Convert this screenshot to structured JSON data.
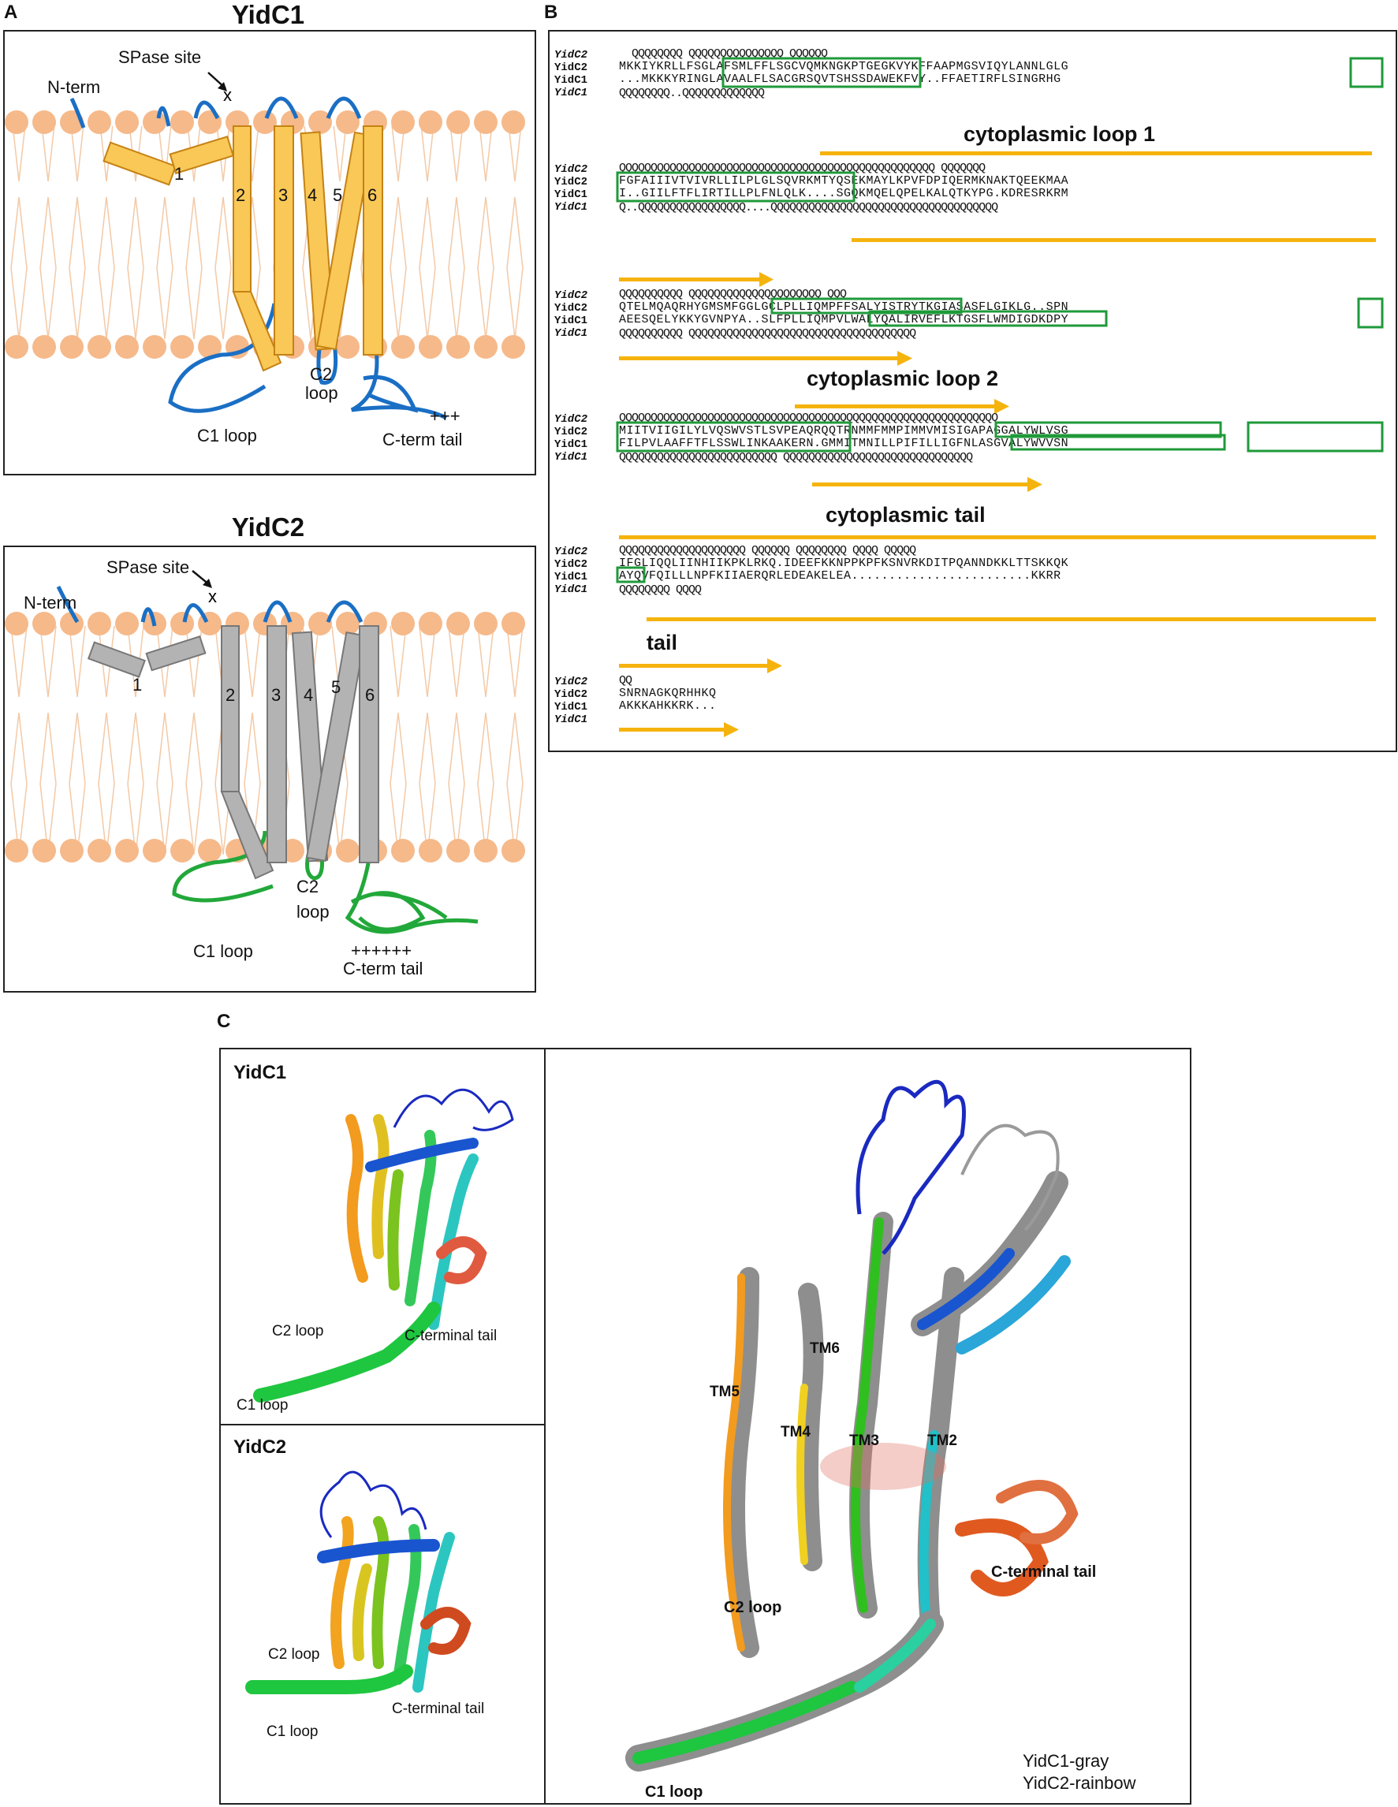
{
  "panel_letters": {
    "a": "A",
    "b": "B",
    "c": "C"
  },
  "panel_a": {
    "yidc1": {
      "title": "YidC1",
      "n_term": "N-term",
      "spase_site": "SPase site",
      "helices": [
        "1",
        "2",
        "3",
        "4",
        "5",
        "6"
      ],
      "c1_loop": "C1  loop",
      "c2_loop_line1": "C2",
      "c2_loop_line2": "loop",
      "charges": "+++",
      "c_term_tail": "C-term  tail",
      "helix_color": "#f9c856",
      "loop_color": "#1a6fc4"
    },
    "yidc2": {
      "title": "YidC2",
      "n_term": "N-term",
      "spase_site": "SPase site",
      "helices": [
        "1",
        "2",
        "3",
        "4",
        "5",
        "6"
      ],
      "c1_loop": "C1  loop",
      "c2_loop_line1": "C2",
      "c2_loop_line2": "loop",
      "charges": "++++++",
      "c_term_tail": "C-term  tail",
      "helix_color": "#b3b3b3",
      "loop_color": "#22a83a"
    },
    "lipid_color": "#f6b98a"
  },
  "panel_b": {
    "row_names": [
      "YidC2",
      "YidC2",
      "YidC1",
      "YidC1"
    ],
    "blocks": [
      {
        "top_region": "",
        "yidc2_coil": "QQQQQQQQ                            QQQQQQQQQQQQQQQ     QQQQQQ",
        "yidc2_seq": "MKKIYKRLLFSGLAFSMLFFLSGCVQMKNGKPTGEGKVYKFFAAPMGSVIQYLANNLGLG",
        "yidc1_seq": "...MKKKYRINGLAVAALFLSACGRSQVTSHSSDAWEKFVY..FFAETIRFLSINGRHG",
        "yidc1_coil": "                                         QQQQQQQQ..QQQQQQQQQQQQQ",
        "bottom_region": ""
      },
      {
        "top_region": "cytoplasmic loop 1",
        "yidc2_coil": "QQQQQQQQQQQQQQQQQQQQQQQQQQQQQQQQQQQQQQQQQQQQQQQQQQ    QQQQQQQ",
        "yidc2_seq": "FGFAIIIVTVIVRLLILPLGLSQVRKMTYQSEKMAYLKPVFDPIQERMKNAKTQEEKMAA",
        "yidc1_seq": "I..GIILFTFLIRTILLPLFNLQLK....SGQKMQELQPELKALQTKYPG.KDRESRKRM",
        "yidc1_coil": "Q..QQQQQQQQQQQQQQQQQ....QQQQQQQQQQQQQQQQQQQQQQQQQQQQQQQQQQQQ",
        "bottom_region": ""
      },
      {
        "top_region": "",
        "yidc2_coil": "QQQQQQQQQQ           QQQQQQQQQQQQQQQQQQQQQ      QQQ",
        "yidc2_seq": "QTELMQAQRHYGMSMFGGLGCLPLLIQMPFFSALYISTRYTKGIASASFLGIKLG..SPN",
        "yidc1_seq": "AEESQELYKKYGVNPYA..SLFPLLIQMPVLWALYQALIRVEFLKTGSFLWMDIGDKDPY",
        "yidc1_coil": "QQQQQQQQQQ         QQQQQQQQQQQQQQQQQQQQQQQQQQQQQQQQQQQQ",
        "bottom_region": "cytoplasmic loop 2"
      },
      {
        "top_region": "",
        "yidc2_coil": "QQQQQQQQQQQQQQQQQQQQQQQQQQQQQQQQQQQQQQQQQQQQQQQQQQQQQQQQQQQQ",
        "yidc2_seq": "MIITVIIGILYLVQSWVSTLSVPEAQRQQTRNMMFMMPIMMVMISIGAPAGGALYWLVSG",
        "yidc1_seq": "FILPVLAAFFTFLSSWLINKAAKERN.GMMITMNILLPIFILLIGFNLASGVALYWVVSN",
        "yidc1_coil": "  QQQQQQQQQQQQQQQQQQQQQQQQQ   QQQQQQQQQQQQQQQQQQQQQQQQQQQQQQ",
        "bottom_region": "cytoplasmic tail"
      },
      {
        "top_region": "",
        "yidc2_coil": "QQQQQQQQQQQQQQQQQQQQ    QQQQQQ      QQQQQQQQ     QQQQ   QQQQQ",
        "yidc2_seq": "IFGLIQQLIINHIIKPKLRKQ.IDEEFKKNPPKPFKSNVRKDITPQANNDKKLTTSKKQK",
        "yidc1_seq": "AYQVFQILLLNPFKIIAERQRLEDEAKELEA........................KKRR",
        "yidc1_coil": "QQQQQQQQ        QQQQ",
        "bottom_region": ""
      },
      {
        "top_region": "tail",
        "yidc2_coil": "QQ",
        "yidc2_seq": "SNRNAGKQRHHKQ",
        "yidc1_seq": "AKKKAHKKRK...",
        "yidc1_coil": "",
        "bottom_region": ""
      }
    ],
    "highlight_red": "#e01010",
    "box_blue": "#4040e0",
    "box_green": "#1f9a3a",
    "arrow_color": "#f5b30e"
  },
  "panel_c": {
    "left_top_title": "YidC1",
    "left_bottom_title": "YidC2",
    "small_labels": {
      "c2_loop": "C2 loop",
      "c_terminal_tail": "C-terminal tail",
      "c1_loop": "C1 loop"
    },
    "big_labels": {
      "tm6": "TM6",
      "tm5": "TM5",
      "tm4": "TM4",
      "tm3": "TM3",
      "tm2": "TM2",
      "c2_loop": "C2 loop",
      "c_terminal_tail": "C-terminal tail",
      "c1_loop": "C1 loop"
    },
    "legend_line1": "YidC1-gray",
    "legend_line2": "YidC2-rainbow"
  }
}
